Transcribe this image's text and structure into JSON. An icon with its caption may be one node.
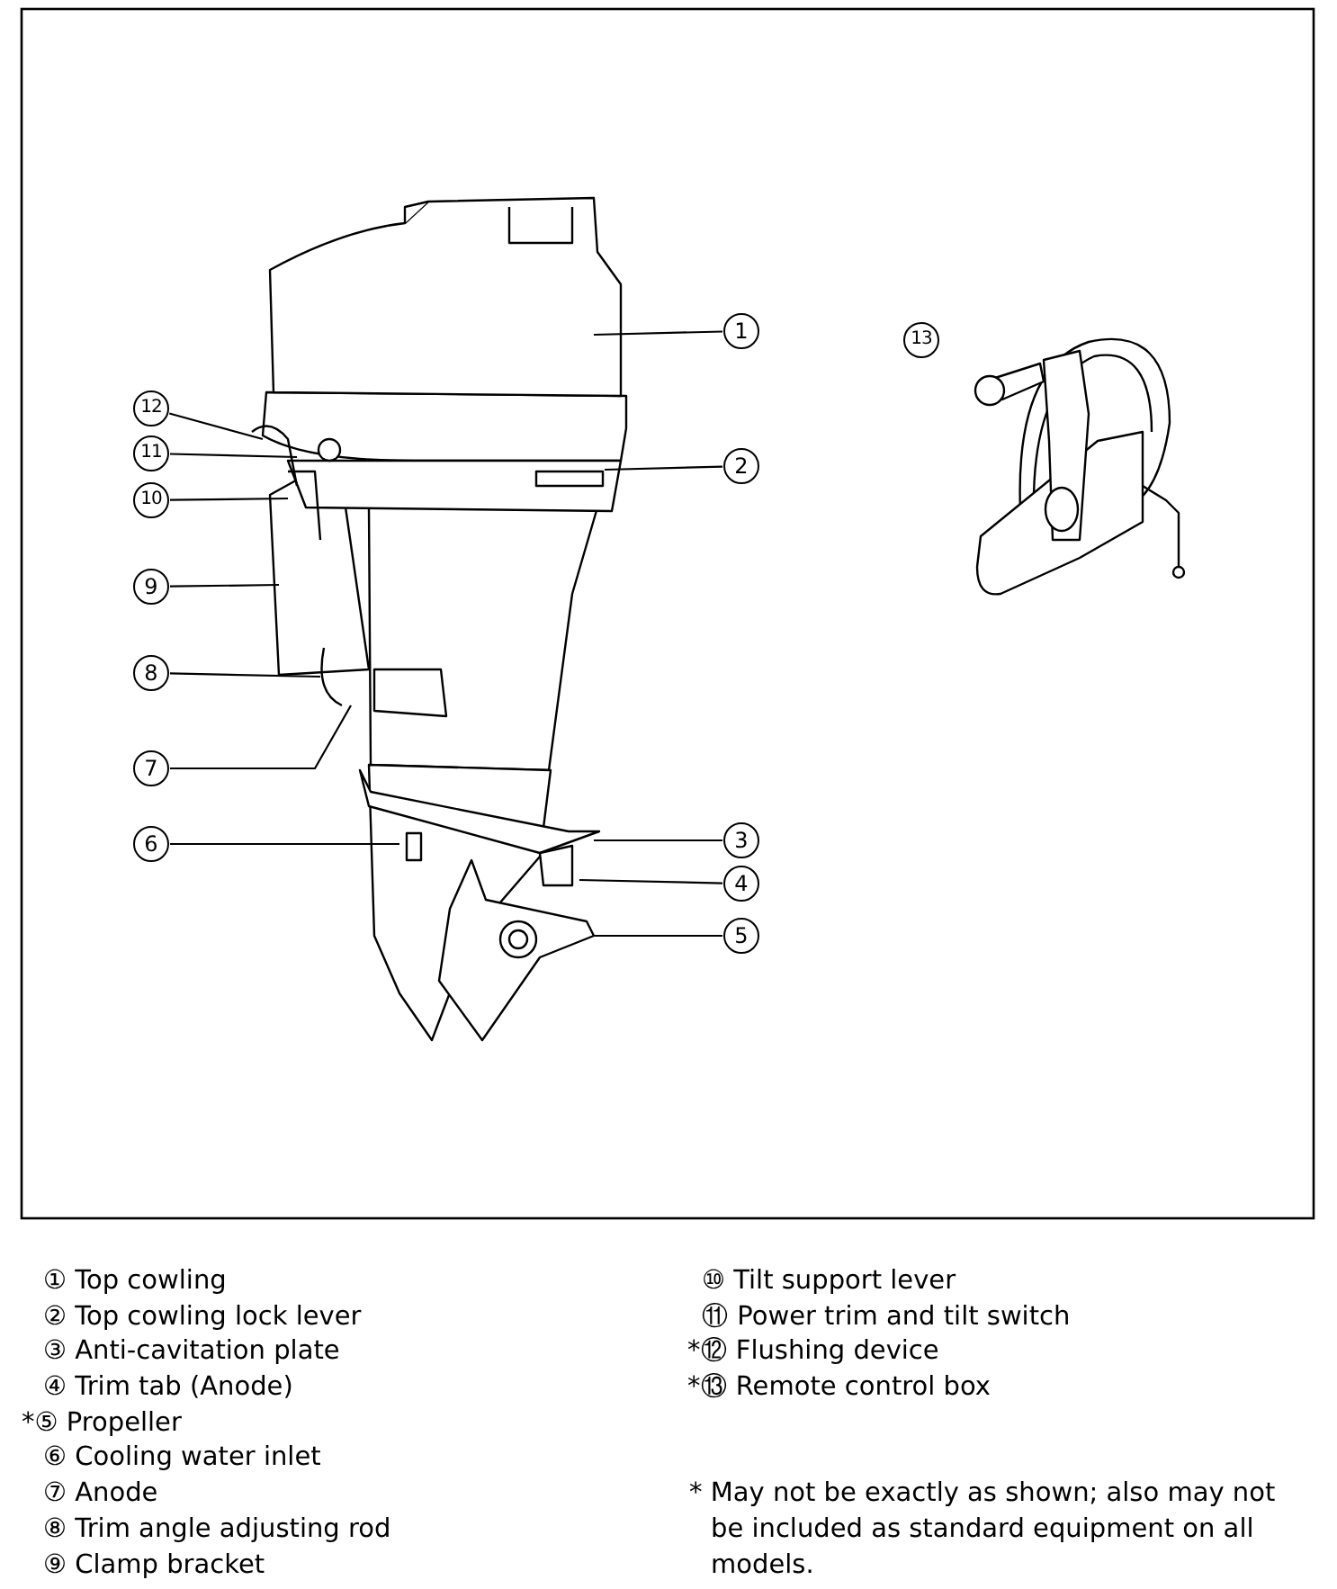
{
  "diagram": {
    "nodes": [
      {
        "text": [
          "1"
        ]
      },
      {
        "text": [
          "2"
        ]
      },
      {
        "text": [
          "3"
        ]
      },
      {
        "text": [
          "4"
        ]
      },
      {
        "text": [
          "5"
        ]
      },
      {
        "text": [
          "6"
        ]
      },
      {
        "text": [
          "7"
        ]
      },
      {
        "text": [
          "8"
        ]
      },
      {
        "text": [
          "9"
        ]
      },
      {
        "text": [
          "10"
        ]
      },
      {
        "text": [
          "11"
        ]
      },
      {
        "text": [
          "12"
        ]
      },
      {
        "text": [
          "13"
        ]
      }
    ],
    "edges": [
      {
        "from": 0,
        "to": null,
        "arrow": "none"
      },
      {
        "from": 1,
        "to": null,
        "arrow": "none"
      },
      {
        "from": 2,
        "to": null,
        "arrow": "none"
      },
      {
        "from": 3,
        "to": null,
        "arrow": "none"
      },
      {
        "from": 4,
        "to": null,
        "arrow": "none"
      },
      {
        "from": 5,
        "to": null,
        "arrow": "none"
      },
      {
        "from": 6,
        "to": null,
        "arrow": "none"
      },
      {
        "from": 7,
        "to": null,
        "arrow": "none"
      },
      {
        "from": 8,
        "to": null,
        "arrow": "none"
      },
      {
        "from": 9,
        "to": null,
        "arrow": "none"
      },
      {
        "from": 10,
        "to": null,
        "arrow": "none"
      },
      {
        "from": 11,
        "to": null,
        "arrow": "none"
      }
    ],
    "labels": [
      "① Top cowling",
      "② Top cowling lock lever",
      "③ Anti-cavitation plate",
      "④ Trim tab (Anode)",
      "*⑤ Propeller",
      "⑥ Cooling water inlet",
      "⑦ Anode",
      "⑧ Trim angle adjusting rod",
      "⑨ Clamp bracket",
      "⑩ Tilt support lever",
      "⑪ Power trim and tilt switch",
      "*⑫ Flushing device",
      "*⑬ Remote control box",
      "* May not be exactly as shown; also may not be included as standard equipment on all models."
    ]
  }
}
